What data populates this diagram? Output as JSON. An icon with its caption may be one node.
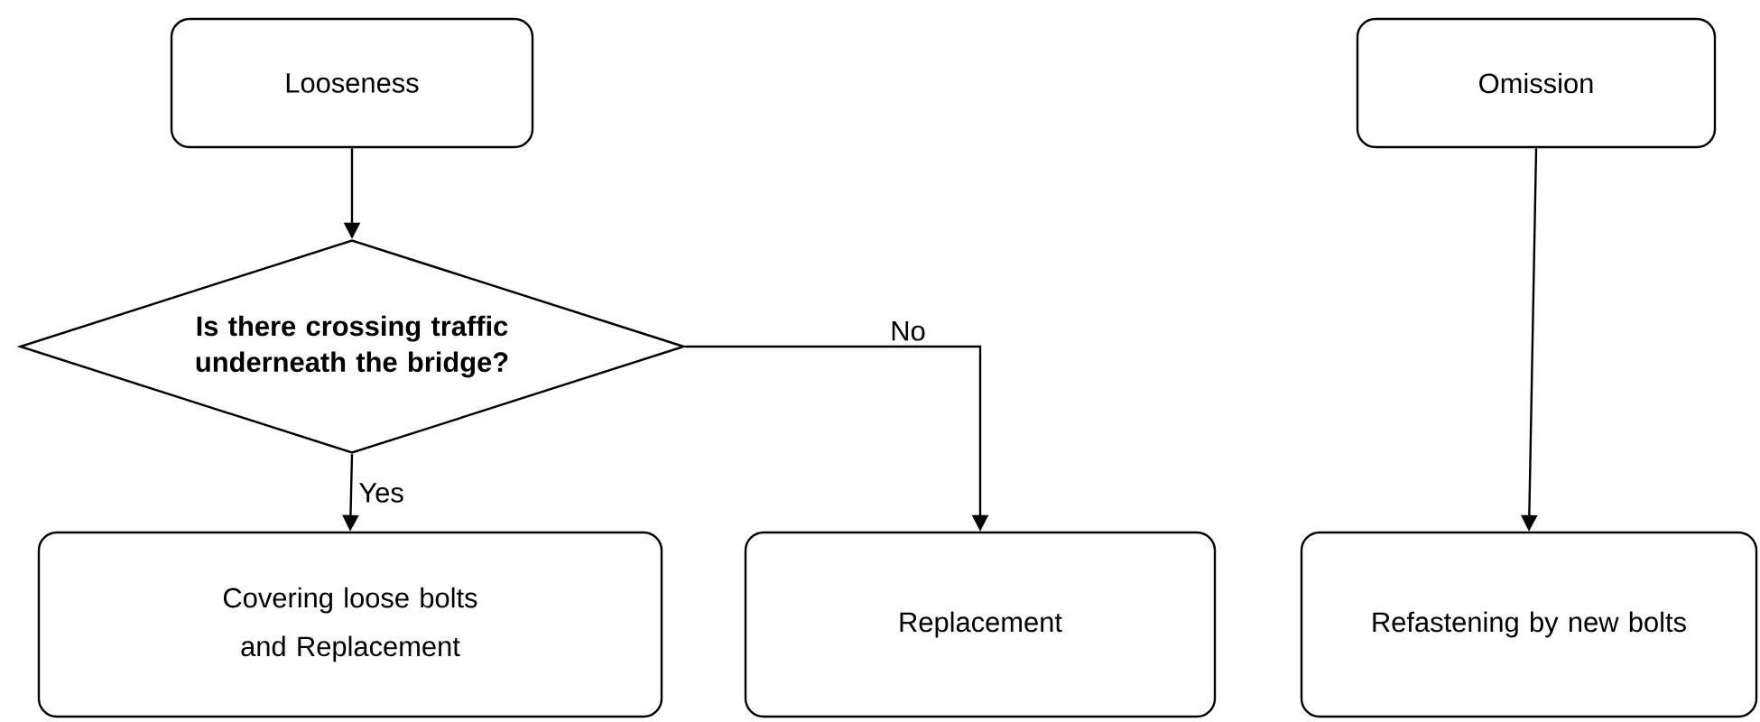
{
  "diagram": {
    "nodes": [
      {
        "text": [
          "Looseness"
        ]
      },
      {
        "text": [
          "Is there crossing traffic underneath the bridge?"
        ]
      },
      {
        "text": [
          "Covering loose bolts and Replacement"
        ]
      },
      {
        "text": [
          "Replacement"
        ]
      },
      {
        "text": [
          "Omission"
        ]
      },
      {
        "text": [
          "Refastening by new bolts"
        ]
      }
    ],
    "edges": [
      {
        "from": 0,
        "to": 1,
        "arrow": "to"
      },
      {
        "from": 1,
        "to": 2,
        "arrow": "to",
        "label": "Yes"
      },
      {
        "from": 1,
        "to": 3,
        "arrow": "to",
        "label": "No"
      },
      {
        "from": 4,
        "to": 5,
        "arrow": "to"
      }
    ]
  }
}
